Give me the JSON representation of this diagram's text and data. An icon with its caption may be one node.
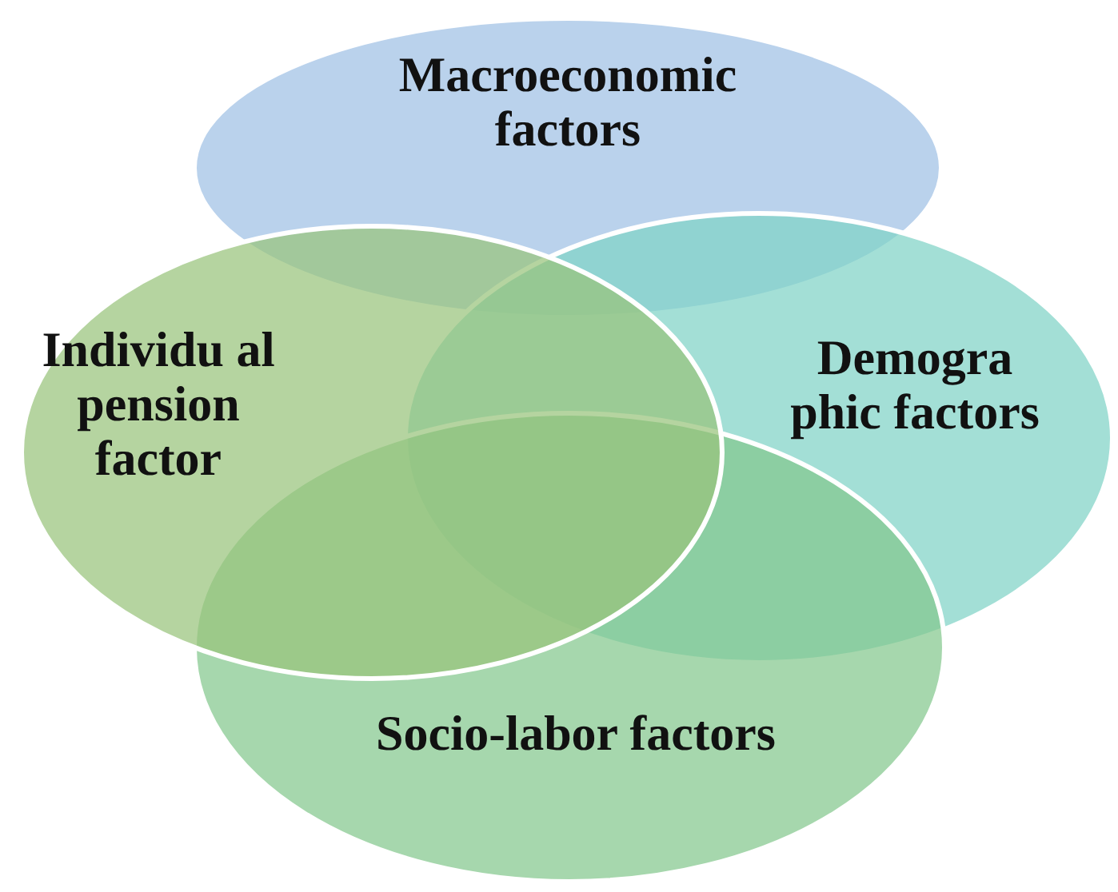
{
  "diagram": {
    "nodes": [
      {
        "text": [
          "Macroeconomic factors"
        ]
      },
      {
        "text": [
          "Individu al pension factor"
        ]
      },
      {
        "text": [
          "Demogra phic factors"
        ]
      },
      {
        "text": [
          "Socio-labor factors"
        ]
      }
    ]
  }
}
